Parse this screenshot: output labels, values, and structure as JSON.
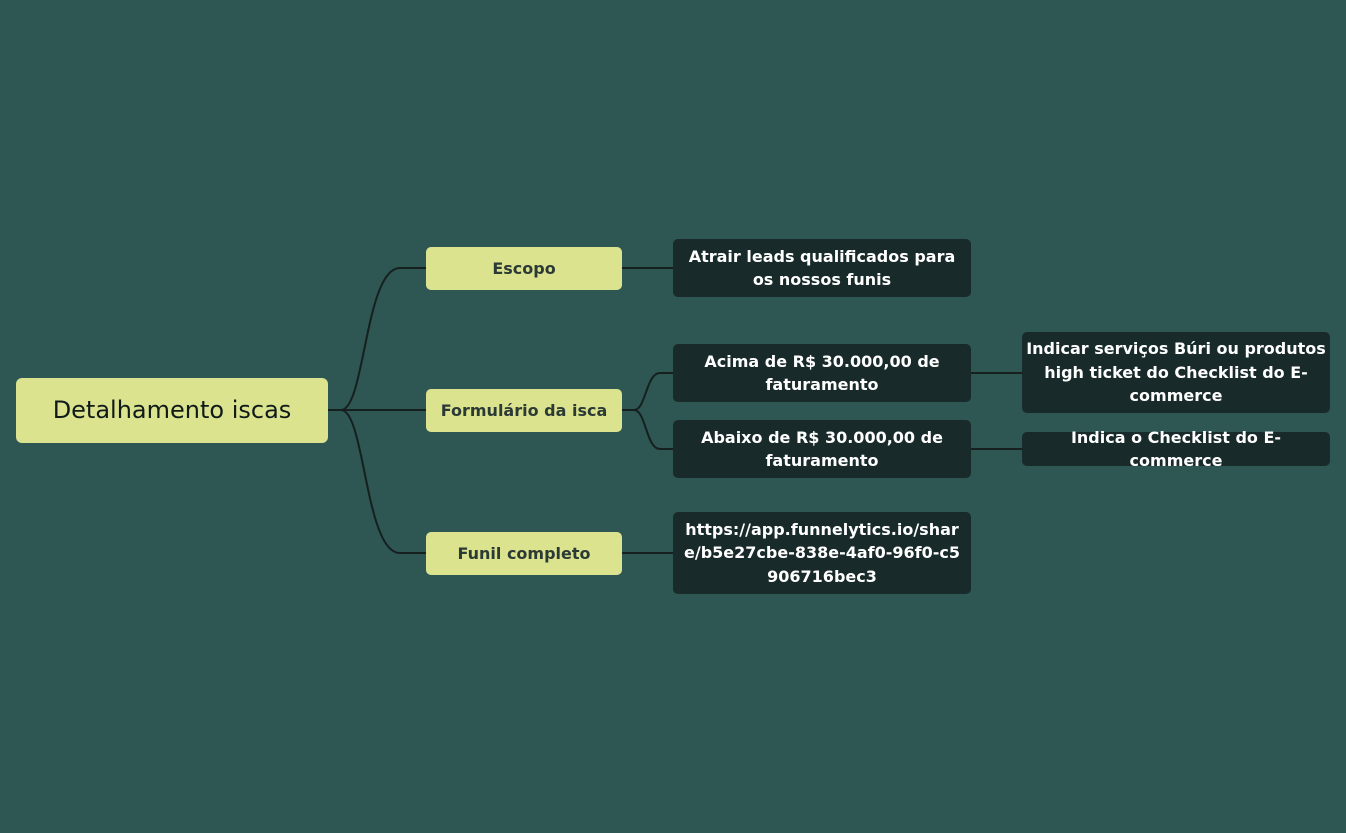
{
  "root": {
    "label": "Detalhamento iscas"
  },
  "branches": [
    {
      "label": "Escopo",
      "children": [
        {
          "label": "Atrair leads qualificados para os nossos funis"
        }
      ]
    },
    {
      "label": "Formulário da isca",
      "children": [
        {
          "label": "Acima de R$ 30.000,00 de faturamento",
          "children": [
            {
              "label": "Indicar serviços Búri ou produtos high ticket do Checklist do E-commerce"
            }
          ]
        },
        {
          "label": "Abaixo de R$ 30.000,00 de faturamento",
          "children": [
            {
              "label": "Indica o Checklist do E-commerce"
            }
          ]
        }
      ]
    },
    {
      "label": "Funil completo",
      "children": [
        {
          "label": "https://app.funnelytics.io/share/b5e27cbe-838e-4af0-96f0-c5906716bec3"
        }
      ]
    }
  ],
  "colors": {
    "background": "#2e5653",
    "primary_node": "#dbe38e",
    "dark_node": "#182a29",
    "connector": "#15201f"
  }
}
